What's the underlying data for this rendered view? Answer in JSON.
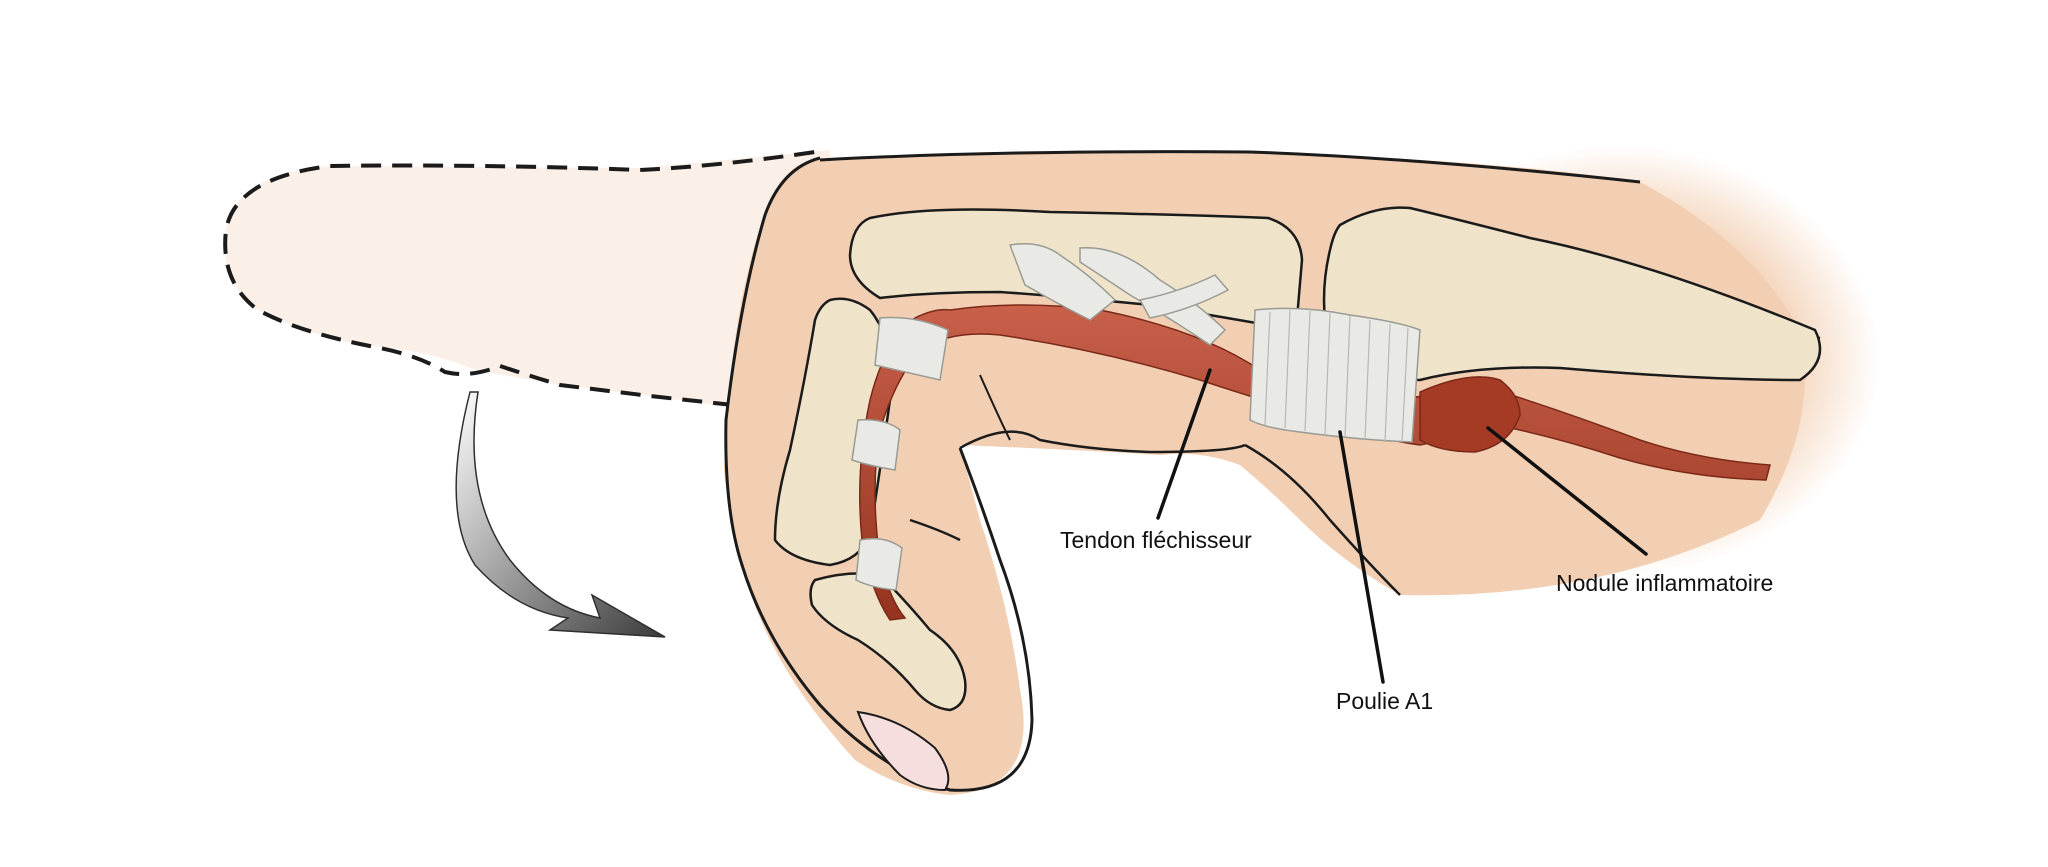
{
  "labels": {
    "flexor_tendon": "Tendon fléchisseur",
    "a1_pulley": "Poulie A1",
    "inflammatory_nodule": "Nodule inflammatoire"
  },
  "colors": {
    "skin": "#f2cfb2",
    "skin_shadow": "#e6b393",
    "ghost_finger": "#fbf0e7",
    "bone": "#efe4c9",
    "tendon": "#b0442f",
    "pulley": "#e9e9e6",
    "outline": "#1b1b1b",
    "arrow": "#4a4a4a"
  }
}
